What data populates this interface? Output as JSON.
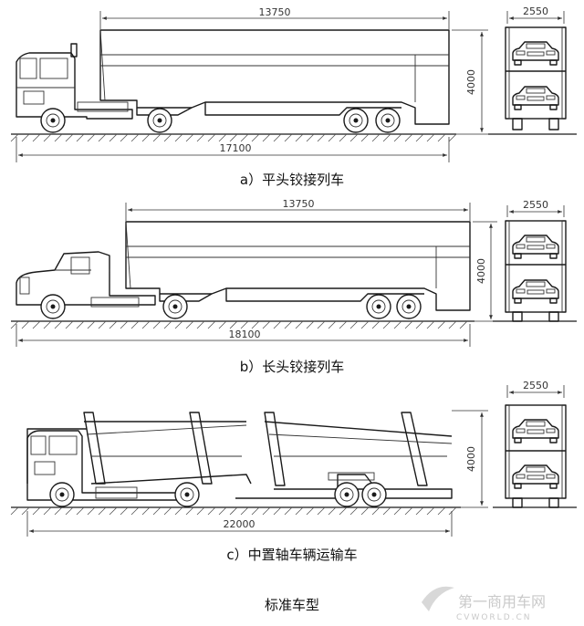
{
  "panels": {
    "a": {
      "caption": "a）平头铰接列车",
      "length_dim": "13750",
      "total_dim": "17100",
      "height_dim": "4000",
      "width_dim": "2550"
    },
    "b": {
      "caption": "b）长头铰接列车",
      "length_dim": "13750",
      "total_dim": "18100",
      "height_dim": "4000",
      "width_dim": "2550"
    },
    "c": {
      "caption": "c）中置轴车辆运输车",
      "total_dim": "22000",
      "height_dim": "4000",
      "width_dim": "2550"
    }
  },
  "footer_title": "标准车型",
  "watermark": {
    "line1": "第一商用车网",
    "line2": "CVWORLD.CN"
  }
}
